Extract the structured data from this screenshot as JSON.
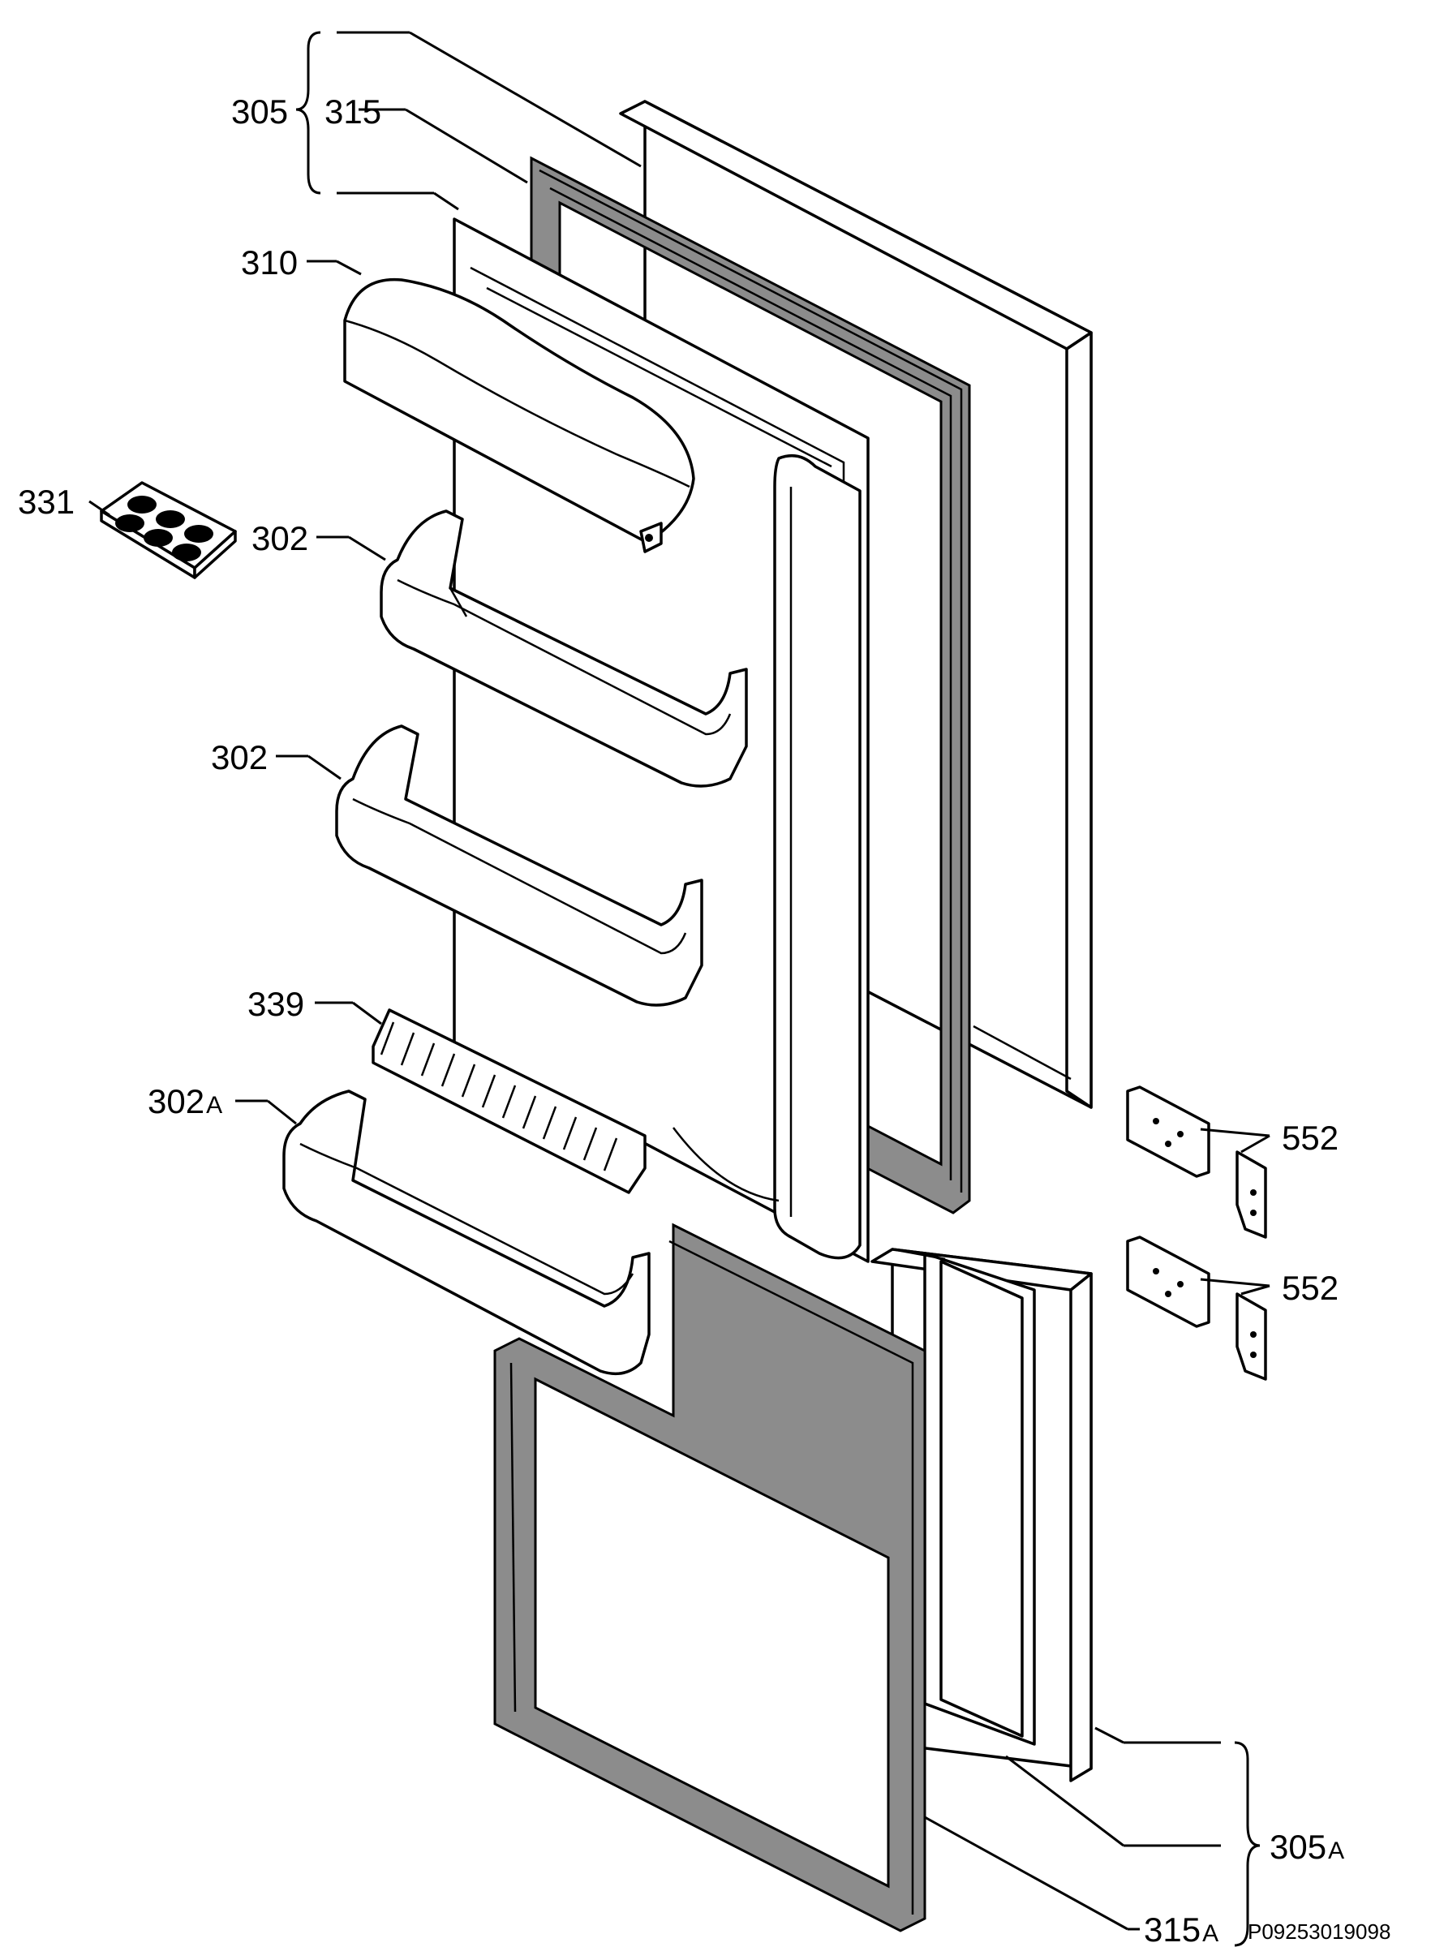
{
  "diagram": {
    "drawing_code": "P09253019098",
    "labels": {
      "l305": "305",
      "l315": "315",
      "l310": "310",
      "l331": "331",
      "l302a": "302",
      "l302b": "302",
      "l339": "339",
      "l302A_num": "302",
      "l302A_suf": "A",
      "l552a": "552",
      "l552b": "552",
      "l305A_num": "305",
      "l305A_suf": "A",
      "l315A_num": "315",
      "l315A_suf": "A"
    }
  }
}
